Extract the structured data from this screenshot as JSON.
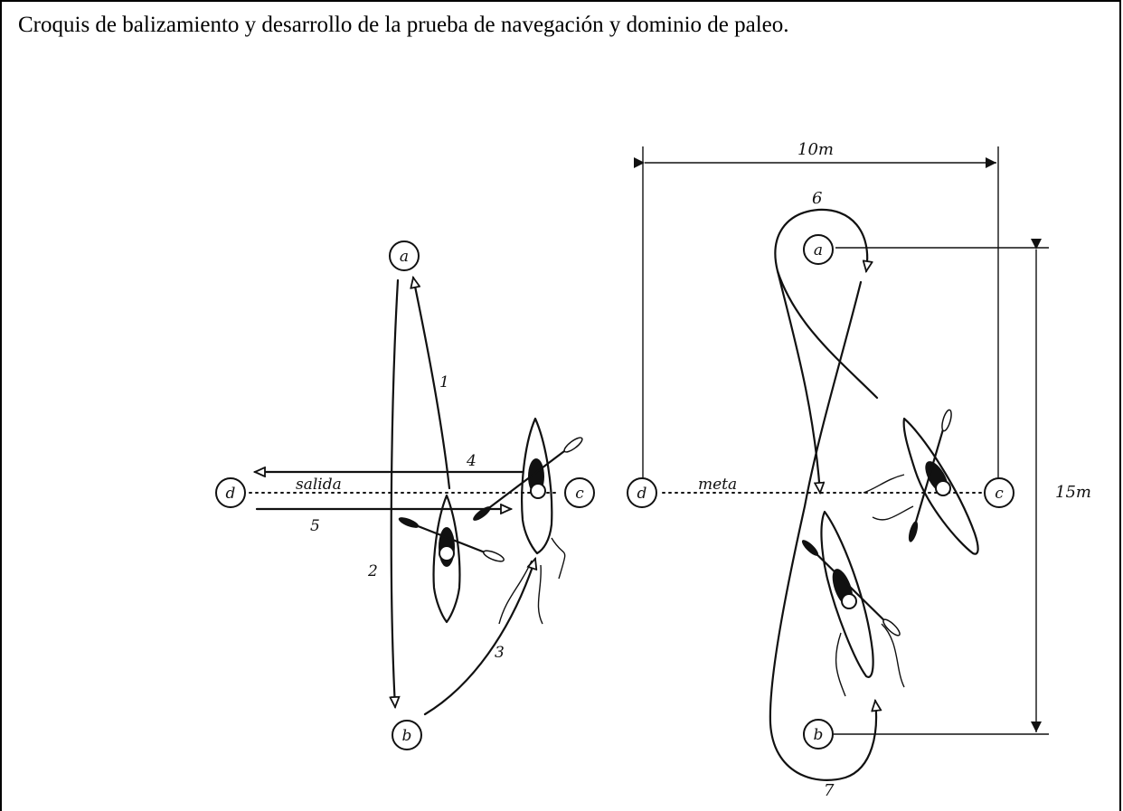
{
  "caption": "Croquis de balizamiento y desarrollo de la prueba de navegación y dominio de paleo.",
  "left_diagram": {
    "buoys": {
      "a": "a",
      "b": "b",
      "c": "c",
      "d": "d"
    },
    "start_label": "salida",
    "steps": [
      "1",
      "2",
      "3",
      "4",
      "5"
    ]
  },
  "right_diagram": {
    "buoys": {
      "a": "a",
      "b": "b",
      "c": "c",
      "d": "d"
    },
    "finish_label": "meta",
    "width_label": "10m",
    "height_label": "15m",
    "steps": [
      "6",
      "7"
    ]
  },
  "colors": {
    "ink": "#111111",
    "paper": "#ffffff"
  }
}
